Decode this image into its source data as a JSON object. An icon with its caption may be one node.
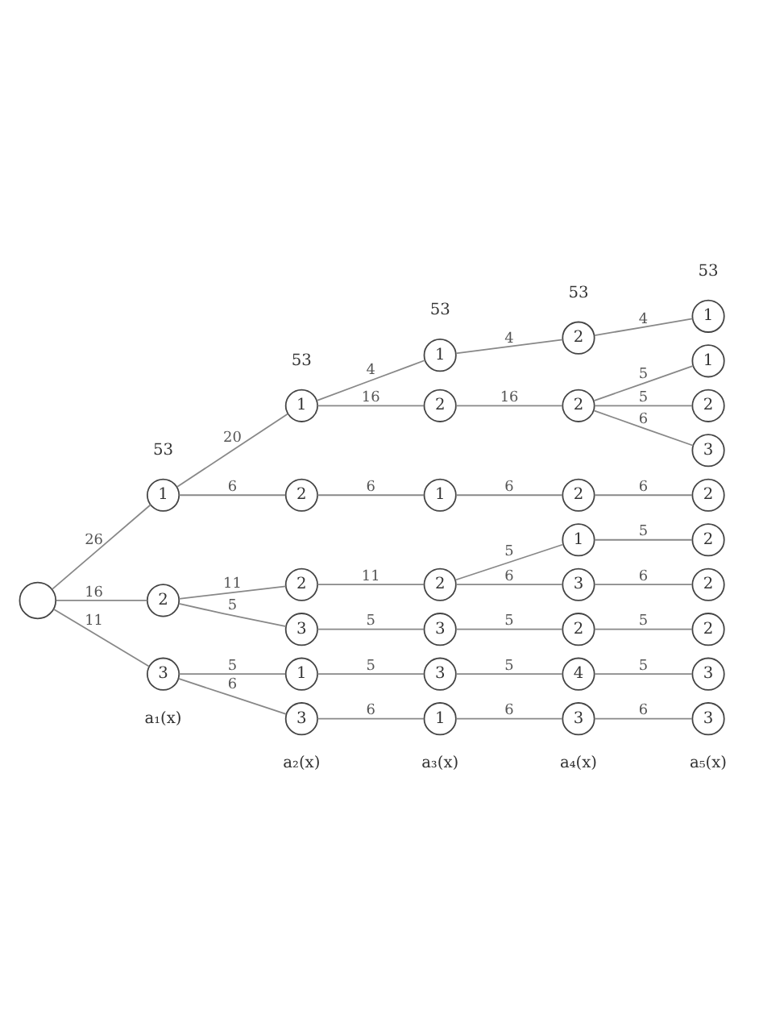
{
  "diagram": {
    "nodes": [
      {
        "text": [],
        "shape": "circle"
      },
      {
        "text": [
          "1"
        ]
      },
      {
        "text": [
          "1"
        ]
      },
      {
        "text": [
          "1"
        ]
      },
      {
        "text": [
          "2"
        ]
      },
      {
        "text": [
          "1"
        ]
      },
      {
        "text": [
          "2"
        ]
      },
      {
        "text": [
          "2"
        ]
      },
      {
        "text": [
          "1"
        ]
      },
      {
        "text": [
          "2"
        ]
      },
      {
        "text": [
          "3"
        ]
      },
      {
        "text": [
          "2"
        ]
      },
      {
        "text": [
          "1"
        ]
      },
      {
        "text": [
          "2"
        ]
      },
      {
        "text": [
          "2"
        ]
      },
      {
        "text": [
          "2"
        ]
      },
      {
        "text": [
          "2"
        ]
      },
      {
        "text": [
          "2"
        ]
      },
      {
        "text": [
          "1"
        ]
      },
      {
        "text": [
          "2"
        ]
      },
      {
        "text": [
          "3"
        ]
      },
      {
        "text": [
          "2"
        ]
      },
      {
        "text": [
          "3"
        ]
      },
      {
        "text": [
          "3"
        ]
      },
      {
        "text": [
          "2"
        ]
      },
      {
        "text": [
          "2"
        ]
      },
      {
        "text": [
          "3"
        ]
      },
      {
        "text": [
          "1"
        ]
      },
      {
        "text": [
          "3"
        ]
      },
      {
        "text": [
          "4"
        ]
      },
      {
        "text": [
          "3"
        ]
      },
      {
        "text": [
          "3"
        ]
      },
      {
        "text": [
          "1"
        ]
      },
      {
        "text": [
          "3"
        ]
      },
      {
        "text": [
          "3"
        ]
      }
    ],
    "edges": [
      {
        "from": 0,
        "to": 1,
        "arrow": "none",
        "label": "26"
      },
      {
        "from": 1,
        "to": 2,
        "arrow": "none",
        "label": "20"
      },
      {
        "from": 2,
        "to": 3,
        "arrow": "none",
        "label": "4"
      },
      {
        "from": 3,
        "to": 4,
        "arrow": "none",
        "label": "4"
      },
      {
        "from": 4,
        "to": 5,
        "arrow": "none",
        "label": "4"
      },
      {
        "from": 2,
        "to": 6,
        "arrow": "none",
        "label": "16"
      },
      {
        "from": 6,
        "to": 7,
        "arrow": "none",
        "label": "16"
      },
      {
        "from": 7,
        "to": 8,
        "arrow": "none",
        "label": "5"
      },
      {
        "from": 7,
        "to": 9,
        "arrow": "none",
        "label": "5"
      },
      {
        "from": 7,
        "to": 10,
        "arrow": "none",
        "label": "6"
      },
      {
        "from": 1,
        "to": 11,
        "arrow": "none",
        "label": "6"
      },
      {
        "from": 11,
        "to": 12,
        "arrow": "none",
        "label": "6"
      },
      {
        "from": 12,
        "to": 13,
        "arrow": "none",
        "label": "6"
      },
      {
        "from": 13,
        "to": 14,
        "arrow": "none",
        "label": "6"
      },
      {
        "from": 0,
        "to": 15,
        "arrow": "none",
        "label": "16"
      },
      {
        "from": 15,
        "to": 16,
        "arrow": "none",
        "label": "11"
      },
      {
        "from": 16,
        "to": 17,
        "arrow": "none",
        "label": "11"
      },
      {
        "from": 17,
        "to": 18,
        "arrow": "none",
        "label": "5"
      },
      {
        "from": 18,
        "to": 19,
        "arrow": "none",
        "label": "5"
      },
      {
        "from": 17,
        "to": 20,
        "arrow": "none",
        "label": "6"
      },
      {
        "from": 20,
        "to": 21,
        "arrow": "none",
        "label": "6"
      },
      {
        "from": 15,
        "to": 22,
        "arrow": "none",
        "label": "5"
      },
      {
        "from": 22,
        "to": 23,
        "arrow": "none",
        "label": "5"
      },
      {
        "from": 23,
        "to": 24,
        "arrow": "none",
        "label": "5"
      },
      {
        "from": 24,
        "to": 25,
        "arrow": "none",
        "label": "5"
      },
      {
        "from": 0,
        "to": 26,
        "arrow": "none",
        "label": "11"
      },
      {
        "from": 26,
        "to": 27,
        "arrow": "none",
        "label": "5"
      },
      {
        "from": 27,
        "to": 28,
        "arrow": "none",
        "label": "5"
      },
      {
        "from": 28,
        "to": 29,
        "arrow": "none",
        "label": "5"
      },
      {
        "from": 29,
        "to": 30,
        "arrow": "none",
        "label": "5"
      },
      {
        "from": 26,
        "to": 31,
        "arrow": "none",
        "label": "6"
      },
      {
        "from": 31,
        "to": 32,
        "arrow": "none",
        "label": "6"
      },
      {
        "from": 32,
        "to": 33,
        "arrow": "none",
        "label": "6"
      },
      {
        "from": 33,
        "to": 34,
        "arrow": "none",
        "label": "6"
      }
    ],
    "labels": [
      "a₁(x)",
      "a₂(x)",
      "a₃(x)",
      "a₄(x)",
      "a₅(x)",
      "53",
      "53",
      "53",
      "53",
      "53"
    ]
  }
}
